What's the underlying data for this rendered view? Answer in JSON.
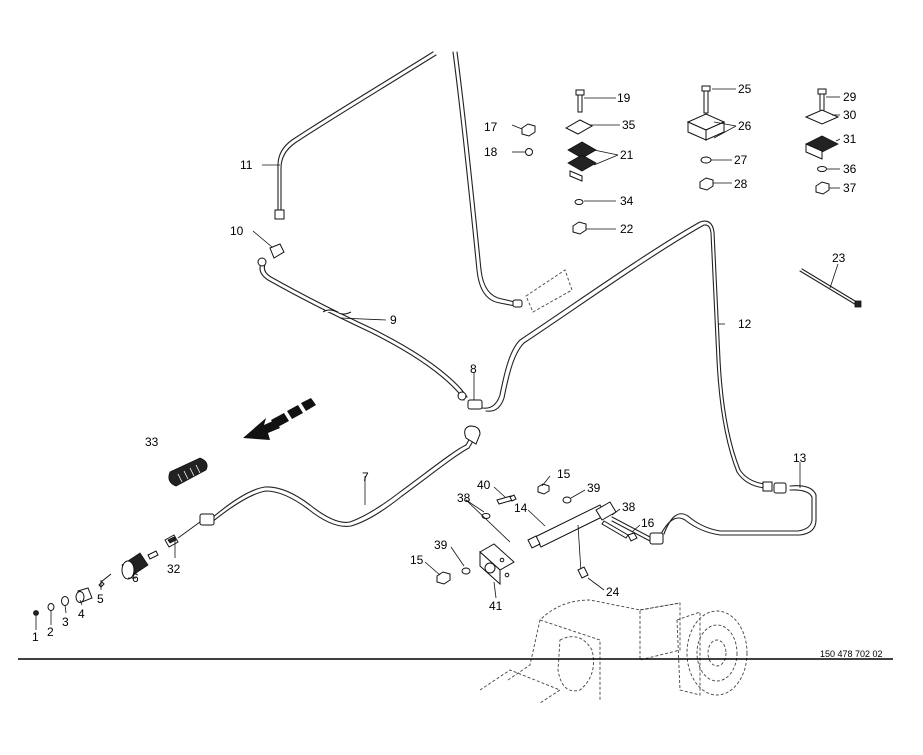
{
  "labels": {
    "1": "1",
    "2": "2",
    "3": "3",
    "4": "4",
    "5": "5",
    "6": "6",
    "7": "7",
    "8": "8",
    "9": "9",
    "10": "10",
    "11": "11",
    "12": "12",
    "13": "13",
    "14": "14",
    "15a": "15",
    "15b": "15",
    "16": "16",
    "17": "17",
    "18": "18",
    "19": "19",
    "21": "21",
    "22": "22",
    "23": "23",
    "24": "24",
    "25": "25",
    "26": "26",
    "27": "27",
    "28": "28",
    "29": "29",
    "30": "30",
    "31": "31",
    "32": "32",
    "33": "33",
    "34": "34",
    "35": "35",
    "36": "36",
    "37": "37",
    "38a": "38",
    "38b": "38",
    "39a": "39",
    "39b": "39",
    "40": "40",
    "41": "41"
  },
  "drawing_number": "150 478 702 02"
}
